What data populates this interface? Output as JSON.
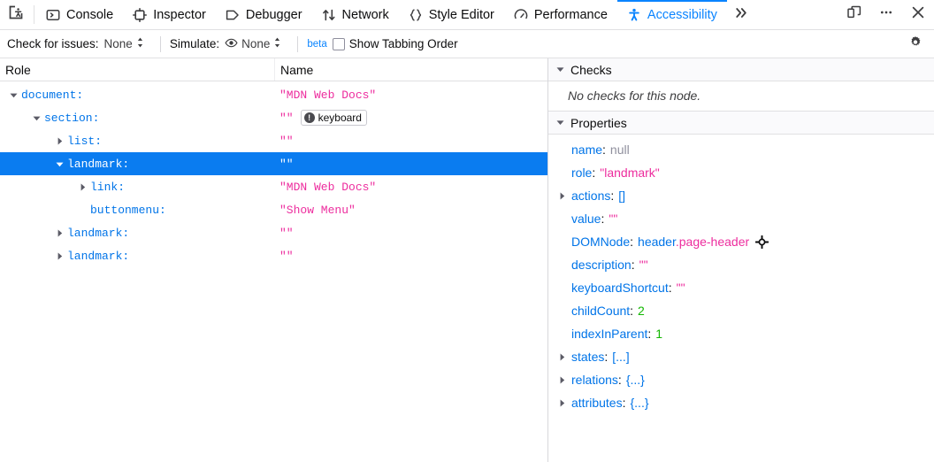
{
  "toolbar": {
    "picker_icon": "accessibility-picker-icon",
    "tabs": [
      {
        "label": "Console",
        "icon": "console-icon",
        "active": false
      },
      {
        "label": "Inspector",
        "icon": "inspector-icon",
        "active": false
      },
      {
        "label": "Debugger",
        "icon": "debugger-icon",
        "active": false
      },
      {
        "label": "Network",
        "icon": "network-icon",
        "active": false
      },
      {
        "label": "Style Editor",
        "icon": "style-editor-icon",
        "active": false
      },
      {
        "label": "Performance",
        "icon": "performance-icon",
        "active": false
      },
      {
        "label": "Accessibility",
        "icon": "accessibility-icon",
        "active": true
      }
    ],
    "overflow_icon": "chevron-double-right-icon",
    "right_buttons": [
      {
        "icon": "responsive-design-mode-icon"
      },
      {
        "icon": "meatball-menu-icon"
      },
      {
        "icon": "close-icon"
      }
    ],
    "accent_color": "#0a84ff"
  },
  "a11y_toolbar": {
    "check_label": "Check for issues:",
    "check_value": "None",
    "simulate_label": "Simulate:",
    "simulate_value": "None",
    "simulate_icon": "eye-icon",
    "beta_label": "beta",
    "tabbing_order_label": "Show Tabbing Order",
    "tabbing_order_checked": false,
    "settings_icon": "gear-icon"
  },
  "tree": {
    "columns": {
      "role": "Role",
      "name": "Name"
    },
    "rows": [
      {
        "depth": 0,
        "twisty": "open",
        "role": "document:",
        "name": "\"MDN Web Docs\"",
        "badge": null,
        "selected": false
      },
      {
        "depth": 1,
        "twisty": "open",
        "role": "section:",
        "name": "\"\"",
        "badge": "keyboard",
        "selected": false
      },
      {
        "depth": 2,
        "twisty": "closed",
        "role": "list:",
        "name": "\"\"",
        "badge": null,
        "selected": false
      },
      {
        "depth": 2,
        "twisty": "open",
        "role": "landmark:",
        "name": "\"\"",
        "badge": null,
        "selected": true
      },
      {
        "depth": 3,
        "twisty": "closed",
        "role": "link:",
        "name": "\"MDN Web Docs\"",
        "badge": null,
        "selected": false
      },
      {
        "depth": 3,
        "twisty": "none",
        "role": "buttonmenu:",
        "name": "\"Show Menu\"",
        "badge": null,
        "selected": false
      },
      {
        "depth": 2,
        "twisty": "closed",
        "role": "landmark:",
        "name": "\"\"",
        "badge": null,
        "selected": false
      },
      {
        "depth": 2,
        "twisty": "closed",
        "role": "landmark:",
        "name": "\"\"",
        "badge": null,
        "selected": false
      }
    ]
  },
  "checks": {
    "title": "Checks",
    "empty_text": "No checks for this node."
  },
  "properties": {
    "title": "Properties",
    "rows": [
      {
        "twisty": "none",
        "key": "name",
        "value": "null",
        "value_kind": "null"
      },
      {
        "twisty": "none",
        "key": "role",
        "value": "\"landmark\"",
        "value_kind": "string"
      },
      {
        "twisty": "closed",
        "key": "actions",
        "value": "[]",
        "value_kind": "obj"
      },
      {
        "twisty": "none",
        "key": "value",
        "value": "\"\"",
        "value_kind": "string"
      },
      {
        "twisty": "none",
        "key": "DOMNode",
        "value": "header.page-header",
        "value_kind": "node",
        "node_tag": "header",
        "node_class": ".page-header",
        "icon": "target-highlight-icon"
      },
      {
        "twisty": "none",
        "key": "description",
        "value": "\"\"",
        "value_kind": "string"
      },
      {
        "twisty": "none",
        "key": "keyboardShortcut",
        "value": "\"\"",
        "value_kind": "string"
      },
      {
        "twisty": "none",
        "key": "childCount",
        "value": "2",
        "value_kind": "number"
      },
      {
        "twisty": "none",
        "key": "indexInParent",
        "value": "1",
        "value_kind": "number"
      },
      {
        "twisty": "closed",
        "key": "states",
        "value": "[...]",
        "value_kind": "obj"
      },
      {
        "twisty": "closed",
        "key": "relations",
        "value": "{...}",
        "value_kind": "obj"
      },
      {
        "twisty": "closed",
        "key": "attributes",
        "value": "{...}",
        "value_kind": "obj"
      }
    ]
  }
}
